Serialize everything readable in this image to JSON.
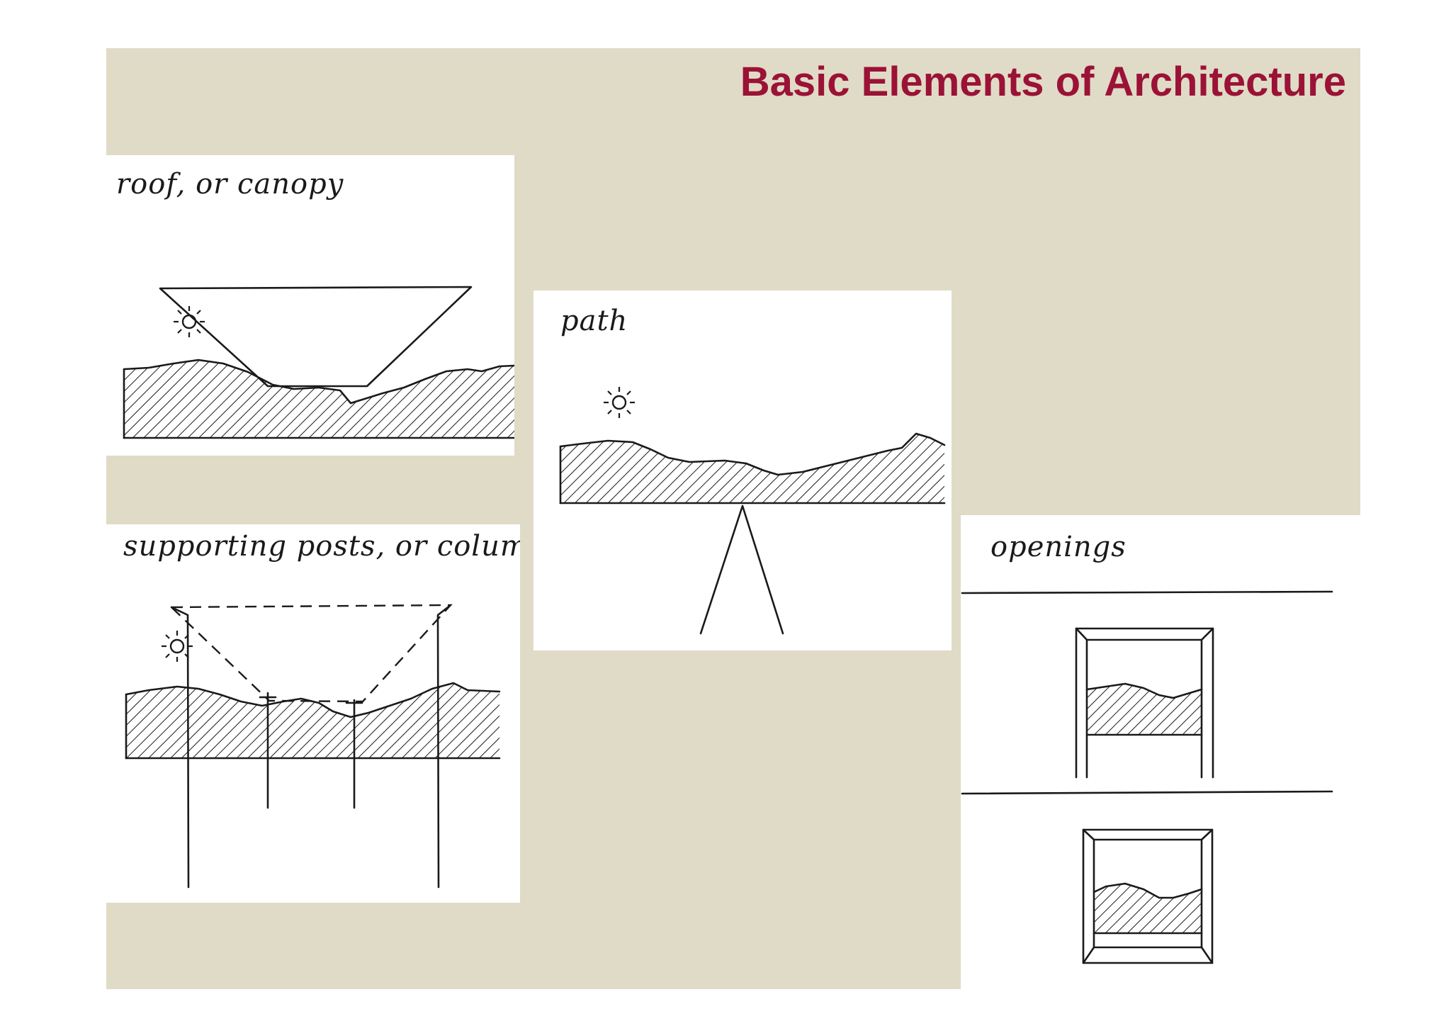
{
  "slide": {
    "title": "Basic Elements of Architecture",
    "colors": {
      "background": "#e0dbc6",
      "title": "#9b1237",
      "panel": "#ffffff",
      "ink": "#1a1a1a"
    }
  },
  "panels": {
    "roof": {
      "caption": "roof, or canopy"
    },
    "path": {
      "caption": "path"
    },
    "posts": {
      "caption": "supporting posts, or columns"
    },
    "openings": {
      "caption": "openings"
    }
  },
  "icons": [
    "sun-icon"
  ]
}
